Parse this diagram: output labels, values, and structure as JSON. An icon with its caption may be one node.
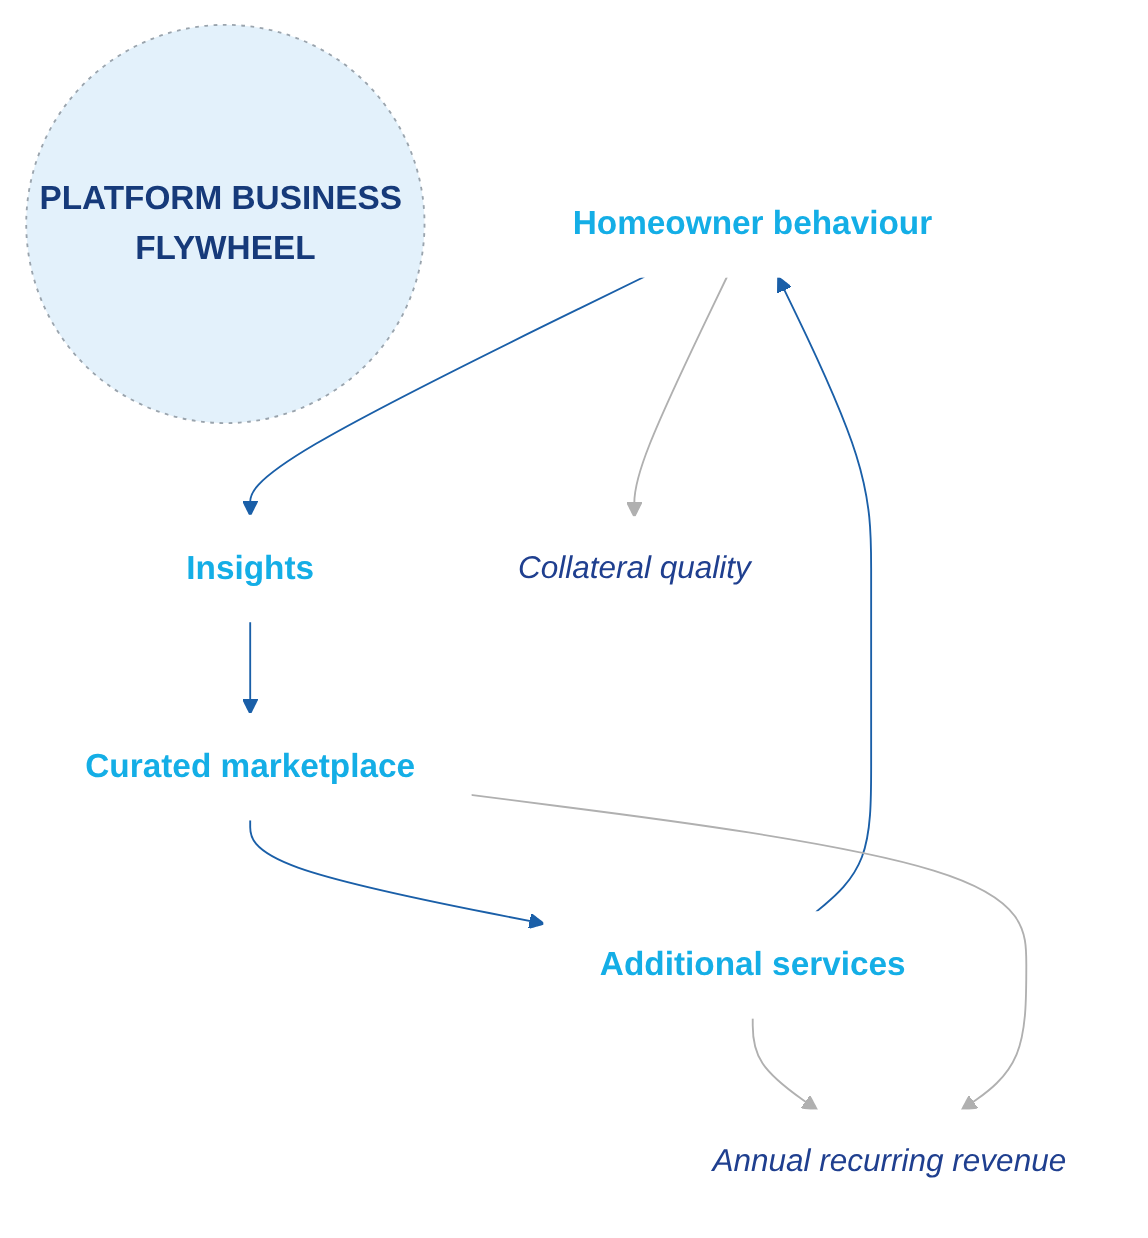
{
  "diagram": {
    "nodes": [
      {
        "text": [
          "PLATFORM BUSINESS FLYWHEEL"
        ]
      },
      {
        "text": [
          "Homeowner behaviour"
        ]
      },
      {
        "text": [
          "Insights"
        ]
      },
      {
        "text": [
          "Curated marketplace"
        ]
      },
      {
        "text": [
          "Additional services"
        ]
      },
      {
        "text": [
          "Collateral quality"
        ]
      },
      {
        "text": [
          "Annual recurring revenue"
        ]
      }
    ],
    "edges": [
      {
        "from": 1,
        "to": 2,
        "arrow": "to"
      },
      {
        "from": 2,
        "to": 3,
        "arrow": "to"
      },
      {
        "from": 3,
        "to": 4,
        "arrow": "to"
      },
      {
        "from": 4,
        "to": 1,
        "arrow": "to"
      },
      {
        "from": 1,
        "to": 5,
        "arrow": "to",
        "color": "#b0b0b0"
      },
      {
        "from": 4,
        "to": 6,
        "arrow": "to",
        "color": "#b0b0b0"
      },
      {
        "from": 3,
        "to": 6,
        "arrow": "to",
        "color": "#b0b0b0"
      }
    ]
  }
}
